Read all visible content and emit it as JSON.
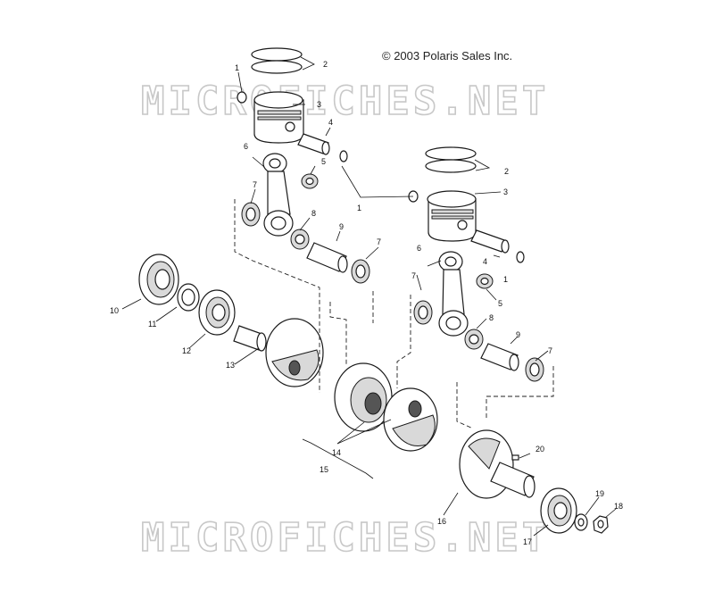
{
  "copyright": "© 2003 Polaris Sales Inc.",
  "watermark": "MICROFICHES.NET",
  "callouts": [
    "1",
    "2",
    "3",
    "4",
    "5",
    "6",
    "7",
    "8",
    "9",
    "10",
    "11",
    "12",
    "13",
    "14",
    "15",
    "16",
    "17",
    "18",
    "19",
    "20"
  ]
}
